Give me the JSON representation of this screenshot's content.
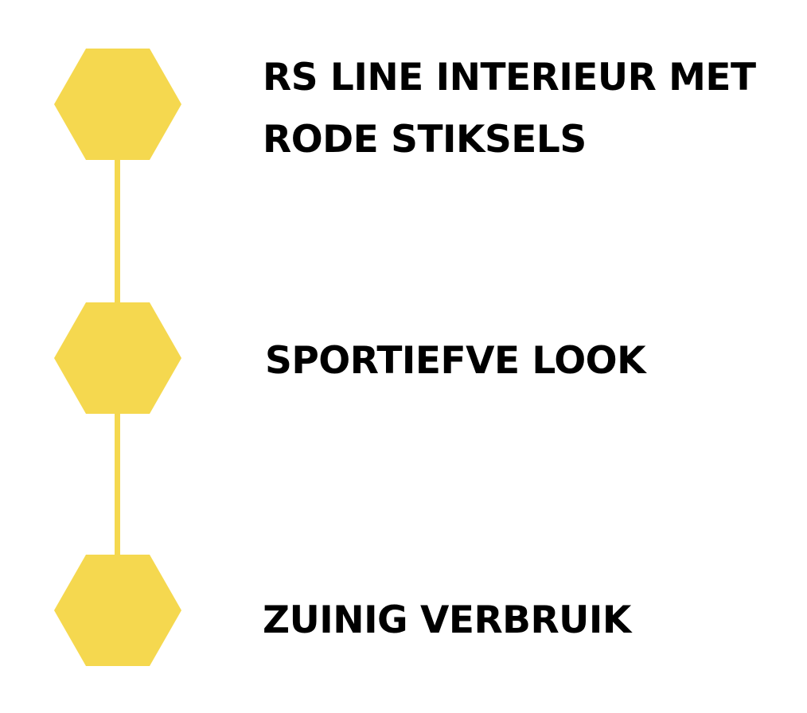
{
  "timeline": {
    "accent_color": "#f5d84f",
    "items": [
      {
        "marker_icon": "hexagon-icon",
        "lines": [
          "RS LINE INTERIEUR MET",
          "RODE STIKSELS"
        ]
      },
      {
        "marker_icon": "hexagon-icon",
        "lines": [
          "SPORTIEFVE LOOK"
        ]
      },
      {
        "marker_icon": "hexagon-icon",
        "lines": [
          "ZUINIG VERBRUIK"
        ]
      }
    ]
  }
}
